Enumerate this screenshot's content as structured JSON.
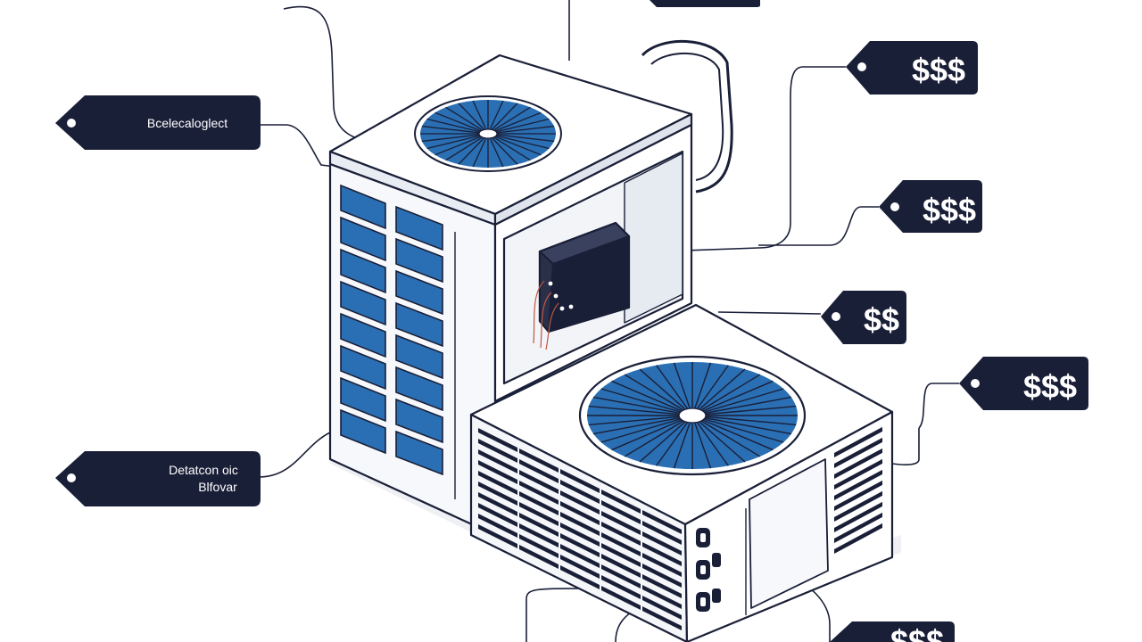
{
  "illustration": {
    "subject": "HVAC units with price tags",
    "tags": [
      {
        "id": "tag-left-top",
        "lines": [
          "Bcelecaloglect"
        ]
      },
      {
        "id": "tag-left-bottom",
        "lines": [
          "Detatcon oic",
          "Blfovar"
        ]
      },
      {
        "id": "tag-right-1",
        "lines": [
          "$$$"
        ]
      },
      {
        "id": "tag-right-2",
        "lines": [
          "$$$"
        ]
      },
      {
        "id": "tag-right-3",
        "lines": [
          "$$"
        ]
      },
      {
        "id": "tag-right-4",
        "lines": [
          "$$$"
        ]
      },
      {
        "id": "tag-bottom",
        "lines": [
          "$$$"
        ]
      }
    ],
    "colors": {
      "tag": "#1a1f38",
      "ink": "#1a1f38",
      "fan_blue": "#2a6fb3",
      "body": "#f7f8fb",
      "shade": "#e4e8f0"
    }
  }
}
